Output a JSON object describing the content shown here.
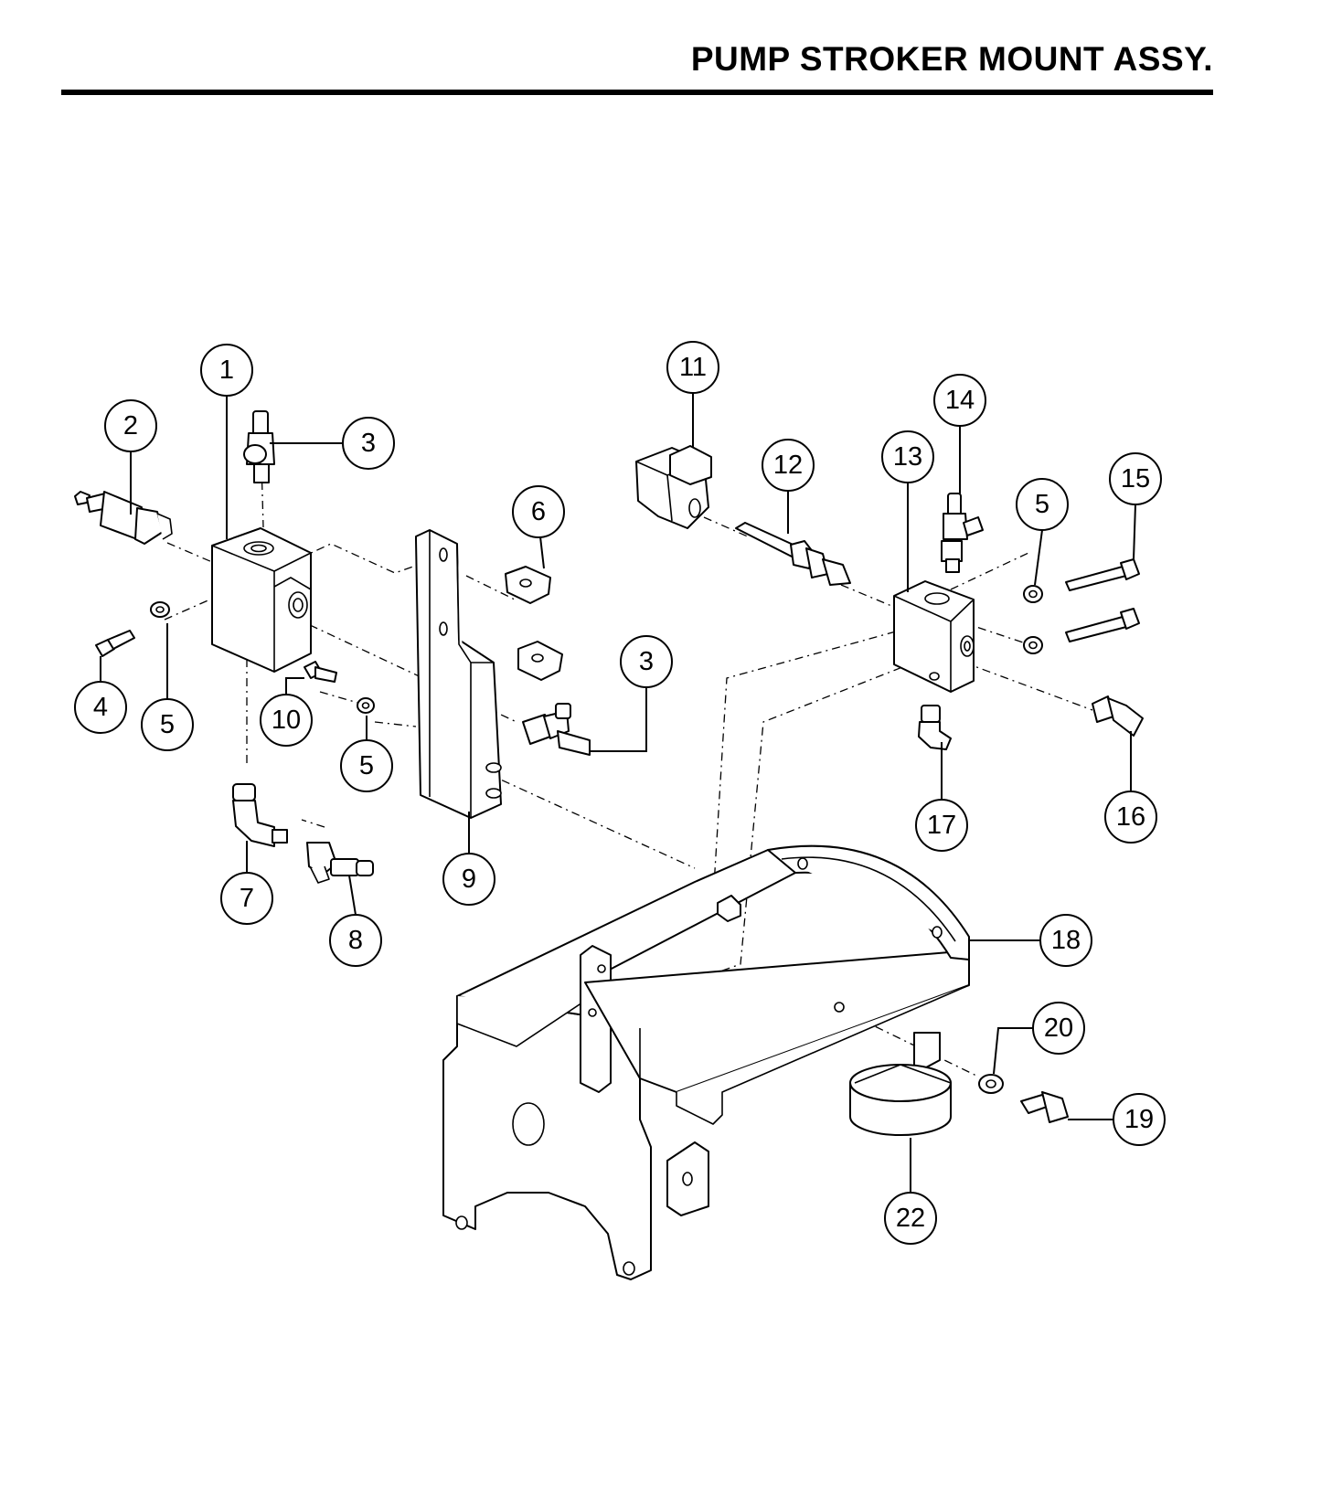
{
  "header": {
    "title": "PUMP STROKER MOUNT ASSY."
  },
  "callouts": [
    {
      "id": "c1",
      "label": "1"
    },
    {
      "id": "c2",
      "label": "2"
    },
    {
      "id": "c3a",
      "label": "3"
    },
    {
      "id": "c3b",
      "label": "3"
    },
    {
      "id": "c4",
      "label": "4"
    },
    {
      "id": "c5a",
      "label": "5"
    },
    {
      "id": "c5b",
      "label": "5"
    },
    {
      "id": "c5c",
      "label": "5"
    },
    {
      "id": "c6",
      "label": "6"
    },
    {
      "id": "c7",
      "label": "7"
    },
    {
      "id": "c8",
      "label": "8"
    },
    {
      "id": "c9",
      "label": "9"
    },
    {
      "id": "c10",
      "label": "10"
    },
    {
      "id": "c11",
      "label": "11"
    },
    {
      "id": "c12",
      "label": "12"
    },
    {
      "id": "c13",
      "label": "13"
    },
    {
      "id": "c14",
      "label": "14"
    },
    {
      "id": "c15",
      "label": "15"
    },
    {
      "id": "c16",
      "label": "16"
    },
    {
      "id": "c17",
      "label": "17"
    },
    {
      "id": "c18",
      "label": "18"
    },
    {
      "id": "c19",
      "label": "19"
    },
    {
      "id": "c20",
      "label": "20"
    },
    {
      "id": "c22",
      "label": "22"
    }
  ]
}
